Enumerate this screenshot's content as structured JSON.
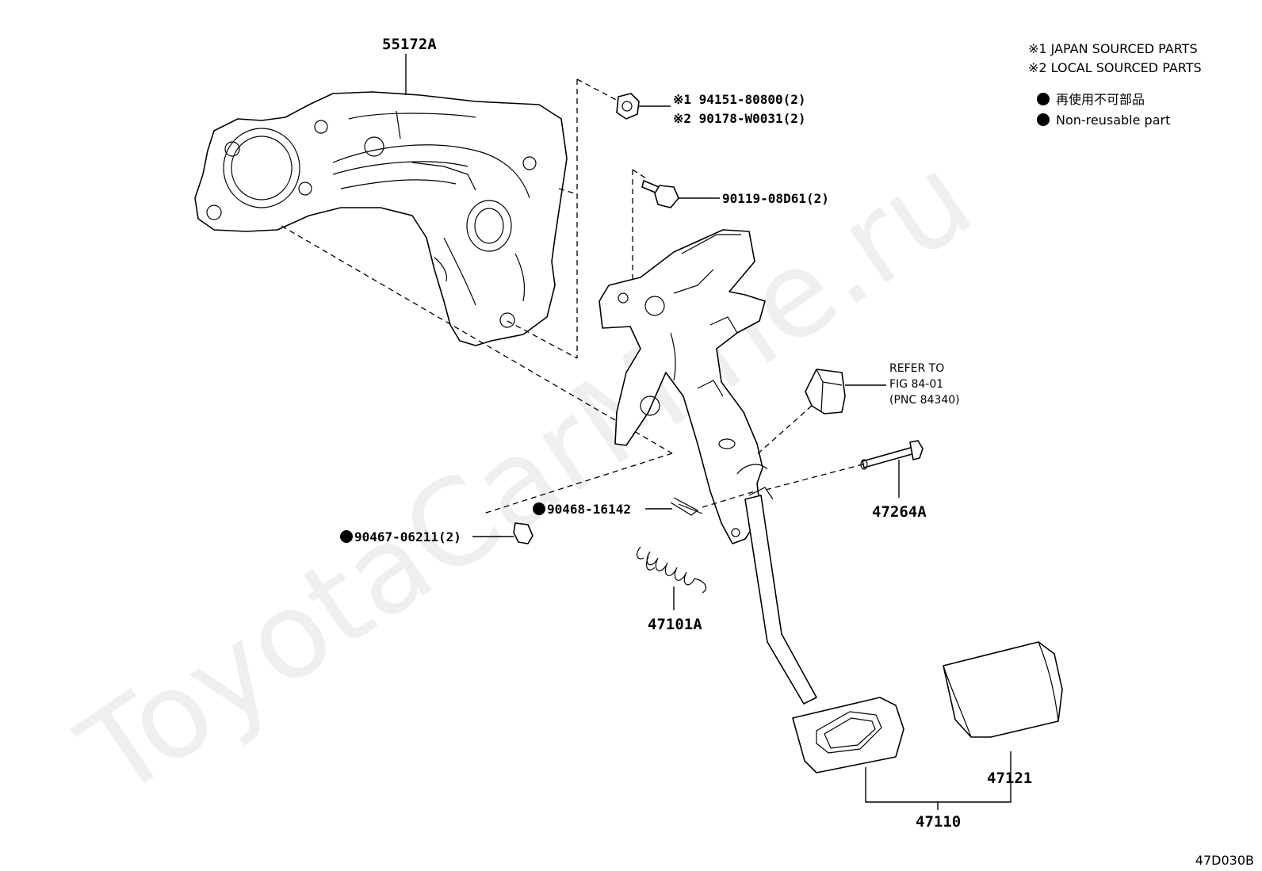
{
  "watermark": "ToyotaCarMine.ru",
  "legend": {
    "line1": "※1 JAPAN SOURCED PARTS",
    "line2": "※2 LOCAL SOURCED PARTS",
    "non_reusable_jp": "再使用不可部品",
    "non_reusable_en": "Non-reusable part"
  },
  "callouts": {
    "p55172A": "55172A",
    "p94151": "※1 94151-80800(2)",
    "p90178": "※2 90178-W0031(2)",
    "p90119": "90119-08D61(2)",
    "refer_line1": "REFER TO",
    "refer_line2": "FIG 84-01",
    "refer_line3": "(PNC 84340)",
    "p47264A": "47264A",
    "p90468": "90468-16142",
    "p90467": "90467-06211(2)",
    "p47101A": "47101A",
    "p47121": "47121",
    "p47110": "47110"
  },
  "diagram_id": "47D030B"
}
